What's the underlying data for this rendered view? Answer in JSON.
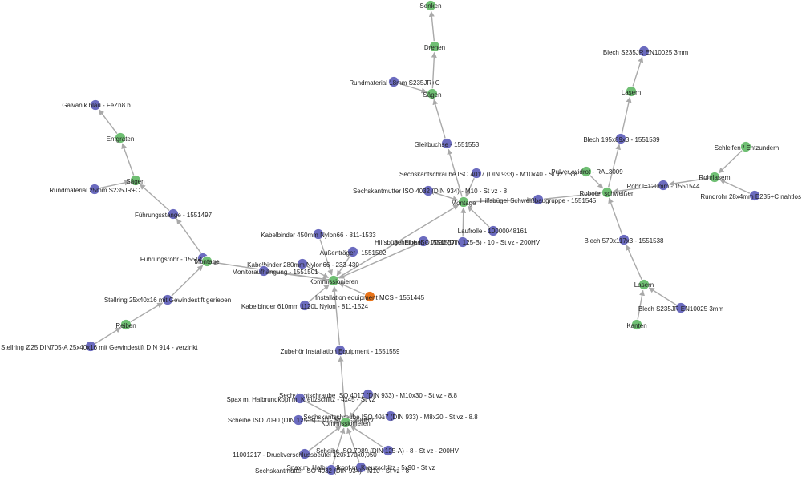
{
  "colors": {
    "product": "#6b6bbf",
    "process": "#6fbf73",
    "root": "#e8741a",
    "edge": "#a9a9a9"
  },
  "nodes": [
    {
      "id": "senken",
      "type": "process",
      "label": "Senken"
    },
    {
      "id": "drehen",
      "type": "process",
      "label": "Drehen"
    },
    {
      "id": "rund18",
      "type": "product",
      "label": "Rundmaterial 18mm  S235JR+C"
    },
    {
      "id": "saegen_r",
      "type": "process",
      "label": "Sägen"
    },
    {
      "id": "gleitbuchse",
      "type": "product",
      "label": "Gleitbuchse - 1551553"
    },
    {
      "id": "galvanik",
      "type": "product",
      "label": "Galvanik blau - FeZn8 b"
    },
    {
      "id": "entgraten",
      "type": "process",
      "label": "Entgraten"
    },
    {
      "id": "saegen_l",
      "type": "process",
      "label": "Sägen"
    },
    {
      "id": "rund25",
      "type": "product",
      "label": "Rundmaterial 25mm  S235JR+C"
    },
    {
      "id": "fuehrungsstange",
      "type": "product",
      "label": "Führungsstange - 1551497"
    },
    {
      "id": "fuehrungsrohr",
      "type": "product",
      "label": "Führungsrohr - 1551499"
    },
    {
      "id": "montage_l",
      "type": "process",
      "label": "Montage"
    },
    {
      "id": "stellring25",
      "type": "product",
      "label": "Stellring 25x40x16 mit Gewindestift gerieben"
    },
    {
      "id": "reiben",
      "type": "process",
      "label": "Reiben"
    },
    {
      "id": "stellring_din",
      "type": "product",
      "label": "Stellring Ø25 DIN705-A 25x40x16 mit Gewindestift DIN 914 - verzinkt"
    },
    {
      "id": "blech3_top",
      "type": "product",
      "label": "Blech S235JR EN10025 3mm"
    },
    {
      "id": "lasern_top",
      "type": "process",
      "label": "Lasern"
    },
    {
      "id": "blech195",
      "type": "product",
      "label": "Blech 195x89x3 - 1551539"
    },
    {
      "id": "pulver",
      "type": "process",
      "label": "Pulver oxidrot - RAL3009"
    },
    {
      "id": "roboter",
      "type": "process",
      "label": "Roboter schweißen"
    },
    {
      "id": "schleifen",
      "type": "process",
      "label": "Schleifen / Entzundern"
    },
    {
      "id": "rohrlasern",
      "type": "process",
      "label": "Rohrlasern"
    },
    {
      "id": "rohr",
      "type": "product",
      "label": "Rohr l=120mm - 1551544"
    },
    {
      "id": "rundrohr",
      "type": "product",
      "label": "Rundrohr 28x4mm E235+C nahtlos"
    },
    {
      "id": "hilfsbuegel",
      "type": "product",
      "label": "Hilfsbügel Schweißbaugruppe - 1551545"
    },
    {
      "id": "blech570",
      "type": "product",
      "label": "Blech 570x117x3 - 1551538"
    },
    {
      "id": "lasern_bot",
      "type": "process",
      "label": "Lasern"
    },
    {
      "id": "blech3_bot",
      "type": "product",
      "label": "Blech S235JR EN10025 3mm"
    },
    {
      "id": "kanten",
      "type": "process",
      "label": "Kanten"
    },
    {
      "id": "sk4017_m10x40",
      "type": "product",
      "label": "Sechskantschraube ISO 4017 (DIN 933) - M10x40 - St vz - 8.8"
    },
    {
      "id": "skm4032",
      "type": "product",
      "label": "Sechskantmutter ISO 4032 (DIN 934) - M10 - St vz - 8"
    },
    {
      "id": "montage_c",
      "type": "process",
      "label": "Montage"
    },
    {
      "id": "laufrolle",
      "type": "product",
      "label": "Laufrolle - 10000048161"
    },
    {
      "id": "hilfsbuegel_1551557",
      "type": "product",
      "label": "Hilfsbügel Einheit - 1551557"
    },
    {
      "id": "scheibe7090_a",
      "type": "product",
      "label": "Scheibe ISO 7090 (DIN 125-B) - 10 - St vz - 200HV"
    },
    {
      "id": "kabel450",
      "type": "product",
      "label": "Kabelbinder 450mm Nylon66 - 811-1533"
    },
    {
      "id": "aussentraeger",
      "type": "product",
      "label": "Außenträger - 1551502"
    },
    {
      "id": "kabel280",
      "type": "product",
      "label": "Kabelbinder 280mm Nylon66 - 233-430"
    },
    {
      "id": "monitorauf",
      "type": "product",
      "label": "Monitoraufhängung - 1551501"
    },
    {
      "id": "kommission_c",
      "type": "process",
      "label": "Kommissionieren"
    },
    {
      "id": "install",
      "type": "root",
      "label": "Installation equipment MCS - 1551445"
    },
    {
      "id": "kabel610",
      "type": "product",
      "label": "Kabelbinder 610mm 1120L Nylon - 811-1524"
    },
    {
      "id": "zubehoer",
      "type": "product",
      "label": "Zubehör Installation Equipment - 1551559"
    },
    {
      "id": "sk4017_m10x30",
      "type": "product",
      "label": "Sechskantschraube ISO 4017 (DIN 933) - M10x30 - St vz - 8.8"
    },
    {
      "id": "spax1",
      "type": "product",
      "label": "Spax m. Halbrundkopf m. Kreuzschlitz - 4x45 - St vz"
    },
    {
      "id": "scheibe7090_b",
      "type": "product",
      "label": "Scheibe ISO 7090 (DIN 125-B) - 10 - St vz - 200HV"
    },
    {
      "id": "sk4017_m8x20",
      "type": "product",
      "label": "Sechskantschraube ISO 4017 (DIN 933) - M8x20 - St vz - 8.8"
    },
    {
      "id": "kommission_b",
      "type": "process",
      "label": "Kommissionieren"
    },
    {
      "id": "druckver",
      "type": "product",
      "label": "11001217 - Druckverschlussbeutel 120x170x0,050"
    },
    {
      "id": "scheibe7089",
      "type": "product",
      "label": "Scheibe ISO 7089 (DIN 125-A) - 8 - St vz - 200HV"
    },
    {
      "id": "spax2",
      "type": "product",
      "label": "Spax m. Halbrundkopf m. Kreuzschlitz - 5x90 - St vz"
    },
    {
      "id": "skm4032_b",
      "type": "product",
      "label": "Sechskantmutter ISO 4032 (DIN 934) - M10 - St vz - 8"
    }
  ],
  "edges": [
    [
      "drehen",
      "senken"
    ],
    [
      "saegen_r",
      "drehen"
    ],
    [
      "rund18",
      "saegen_r"
    ],
    [
      "gleitbuchse",
      "saegen_r"
    ],
    [
      "montage_c",
      "gleitbuchse"
    ],
    [
      "entgraten",
      "galvanik"
    ],
    [
      "saegen_l",
      "entgraten"
    ],
    [
      "rund25",
      "saegen_l"
    ],
    [
      "fuehrungsstange",
      "saegen_l"
    ],
    [
      "montage_l",
      "fuehrungsstange"
    ],
    [
      "fuehrungsrohr",
      "montage_l"
    ],
    [
      "stellring25",
      "montage_l"
    ],
    [
      "reiben",
      "stellring25"
    ],
    [
      "stellring_din",
      "reiben"
    ],
    [
      "kommission_c",
      "montage_l"
    ],
    [
      "lasern_top",
      "blech3_top"
    ],
    [
      "blech195",
      "lasern_top"
    ],
    [
      "roboter",
      "blech195"
    ],
    [
      "pulver",
      "roboter"
    ],
    [
      "rohr",
      "roboter"
    ],
    [
      "rohrlasern",
      "rohr"
    ],
    [
      "schleifen",
      "rohrlasern"
    ],
    [
      "rundrohr",
      "rohrlasern"
    ],
    [
      "hilfsbuegel",
      "roboter"
    ],
    [
      "blech570",
      "roboter"
    ],
    [
      "lasern_bot",
      "blech570"
    ],
    [
      "blech3_bot",
      "lasern_bot"
    ],
    [
      "kanten",
      "lasern_bot"
    ],
    [
      "montage_c",
      "hilfsbuegel"
    ],
    [
      "sk4017_m10x40",
      "montage_c"
    ],
    [
      "skm4032",
      "montage_c"
    ],
    [
      "laufrolle",
      "montage_c"
    ],
    [
      "scheibe7090_a",
      "montage_c"
    ],
    [
      "kommission_c",
      "montage_c"
    ],
    [
      "kabel450",
      "kommission_c"
    ],
    [
      "aussentraeger",
      "kommission_c"
    ],
    [
      "kabel280",
      "kommission_c"
    ],
    [
      "monitorauf",
      "kommission_c"
    ],
    [
      "hilfsbuegel_1551557",
      "kommission_c"
    ],
    [
      "install",
      "kommission_c"
    ],
    [
      "kabel610",
      "kommission_c"
    ],
    [
      "zubehoer",
      "kommission_c"
    ],
    [
      "kommission_b",
      "zubehoer"
    ],
    [
      "sk4017_m10x30",
      "kommission_b"
    ],
    [
      "spax1",
      "kommission_b"
    ],
    [
      "scheibe7090_b",
      "kommission_b"
    ],
    [
      "sk4017_m8x20",
      "kommission_b"
    ],
    [
      "druckver",
      "kommission_b"
    ],
    [
      "scheibe7089",
      "kommission_b"
    ],
    [
      "spax2",
      "kommission_b"
    ],
    [
      "skm4032_b",
      "kommission_b"
    ]
  ]
}
